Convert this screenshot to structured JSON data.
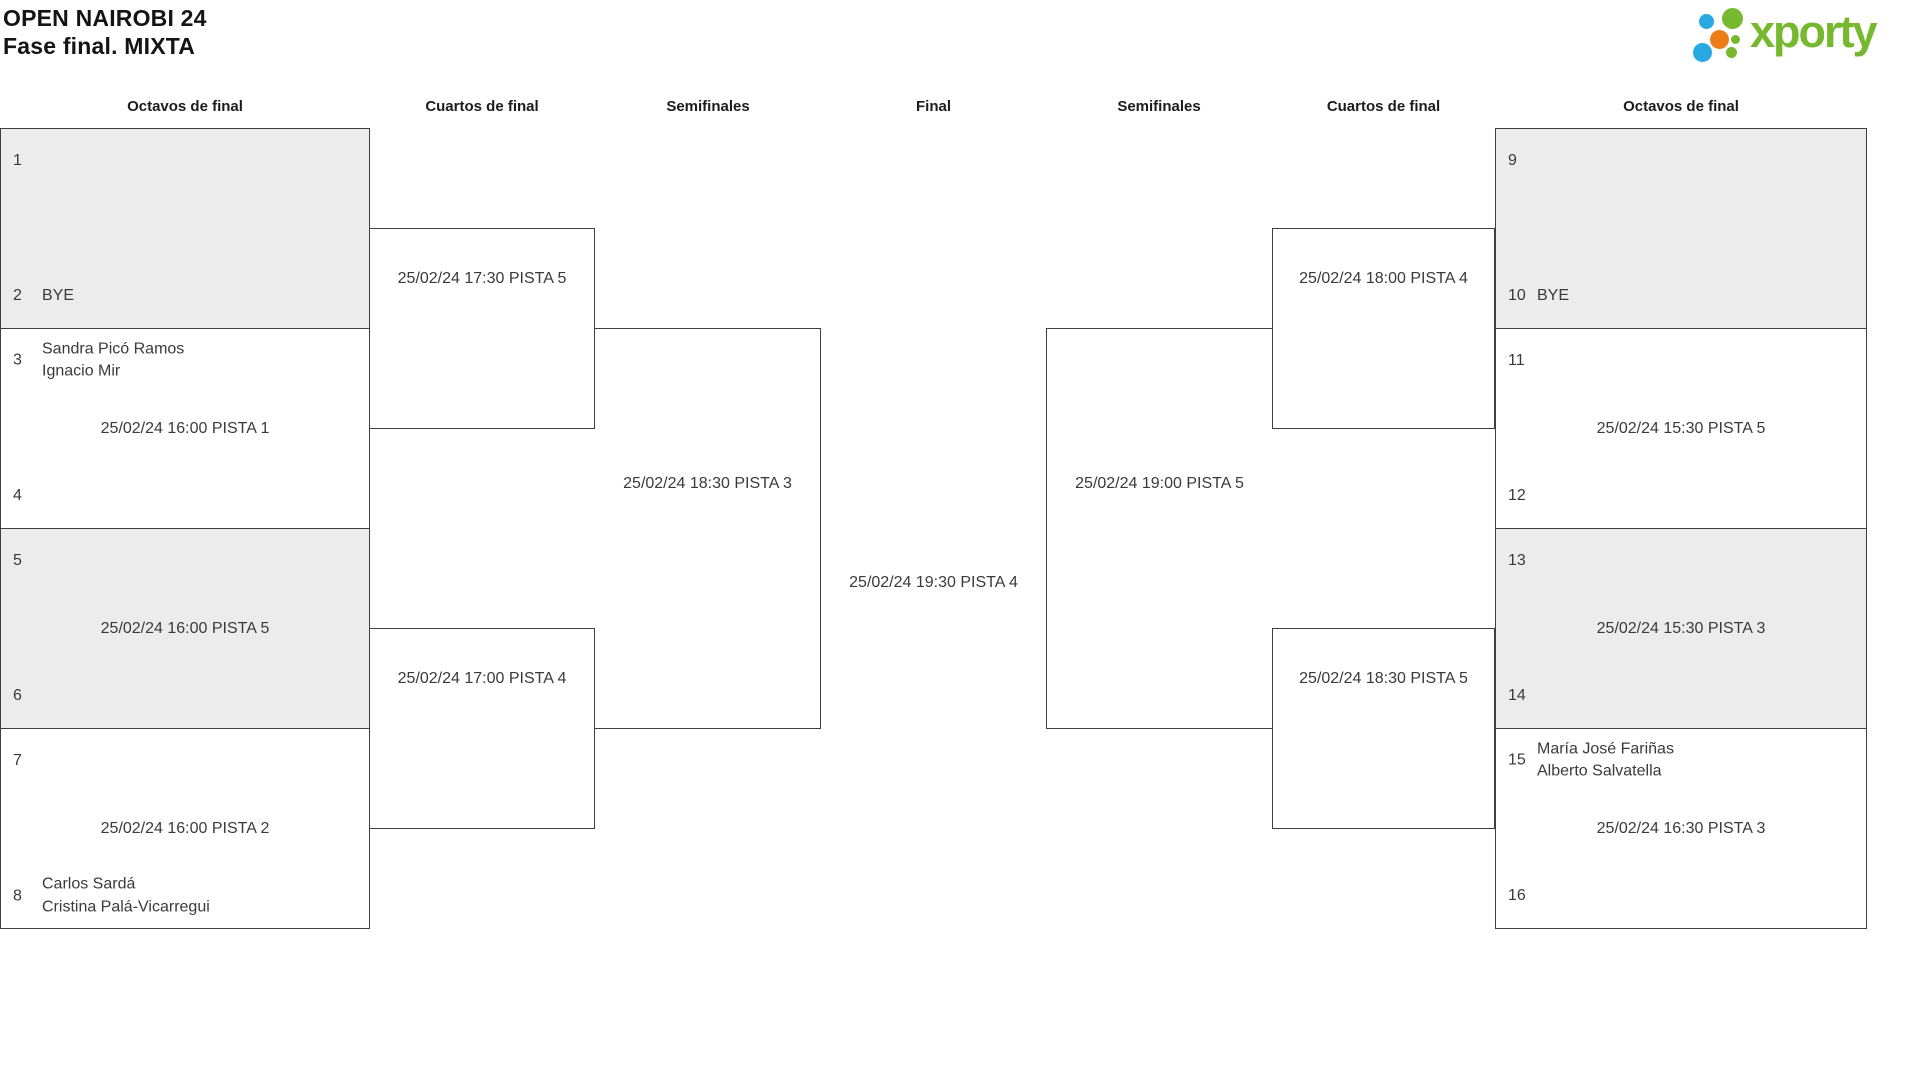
{
  "title": {
    "line1": "OPEN NAIROBI 24",
    "line2": "Fase final. MIXTA"
  },
  "logo": {
    "text": "xporty",
    "green": "#76b82e",
    "blue": "#29a9e1",
    "orange": "#ee7c18"
  },
  "round_headers": [
    "Octavos de final",
    "Cuartos de final",
    "Semifinales",
    "Final",
    "Semifinales",
    "Cuartos de final",
    "Octavos de final"
  ],
  "matches": {
    "l_oct": [
      {
        "seed_top": "1",
        "names_top": [],
        "seed_bottom": "2",
        "names_bottom": [
          "BYE"
        ],
        "schedule": "",
        "shaded": true
      },
      {
        "seed_top": "3",
        "names_top": [
          "Sandra Picó Ramos",
          "Ignacio Mir"
        ],
        "seed_bottom": "4",
        "names_bottom": [],
        "schedule": "25/02/24 16:00 PISTA 1",
        "shaded": false
      },
      {
        "seed_top": "5",
        "names_top": [],
        "seed_bottom": "6",
        "names_bottom": [],
        "schedule": "25/02/24 16:00 PISTA 5",
        "shaded": true
      },
      {
        "seed_top": "7",
        "names_top": [],
        "seed_bottom": "8",
        "names_bottom": [
          "Carlos Sardá",
          "Cristina Palá-Vicarregui"
        ],
        "schedule": "25/02/24 16:00 PISTA 2",
        "shaded": false
      }
    ],
    "r_oct": [
      {
        "seed_top": "9",
        "names_top": [],
        "seed_bottom": "10",
        "names_bottom": [
          "BYE"
        ],
        "schedule": "",
        "shaded": true
      },
      {
        "seed_top": "11",
        "names_top": [],
        "seed_bottom": "12",
        "names_bottom": [],
        "schedule": "25/02/24 15:30 PISTA 5",
        "shaded": false
      },
      {
        "seed_top": "13",
        "names_top": [],
        "seed_bottom": "14",
        "names_bottom": [],
        "schedule": "25/02/24 15:30 PISTA 3",
        "shaded": true
      },
      {
        "seed_top": "15",
        "names_top": [
          "María José Fariñas",
          "Alberto Salvatella"
        ],
        "seed_bottom": "16",
        "names_bottom": [],
        "schedule": "25/02/24 16:30 PISTA 3",
        "shaded": false
      }
    ],
    "l_qf": [
      {
        "schedule": "25/02/24 17:30 PISTA 5"
      },
      {
        "schedule": "25/02/24 17:00 PISTA 4"
      }
    ],
    "r_qf": [
      {
        "schedule": "25/02/24 18:00 PISTA 4"
      },
      {
        "schedule": "25/02/24 18:30 PISTA 5"
      }
    ],
    "l_sf": {
      "schedule": "25/02/24 18:30 PISTA 3"
    },
    "r_sf": {
      "schedule": "25/02/24 19:00 PISTA 5"
    },
    "final": {
      "schedule": "25/02/24 19:30 PISTA 4"
    }
  },
  "colors": {
    "shaded_box": "#ececec",
    "line": "#3f3f3f",
    "text": "#3a3a3a"
  }
}
